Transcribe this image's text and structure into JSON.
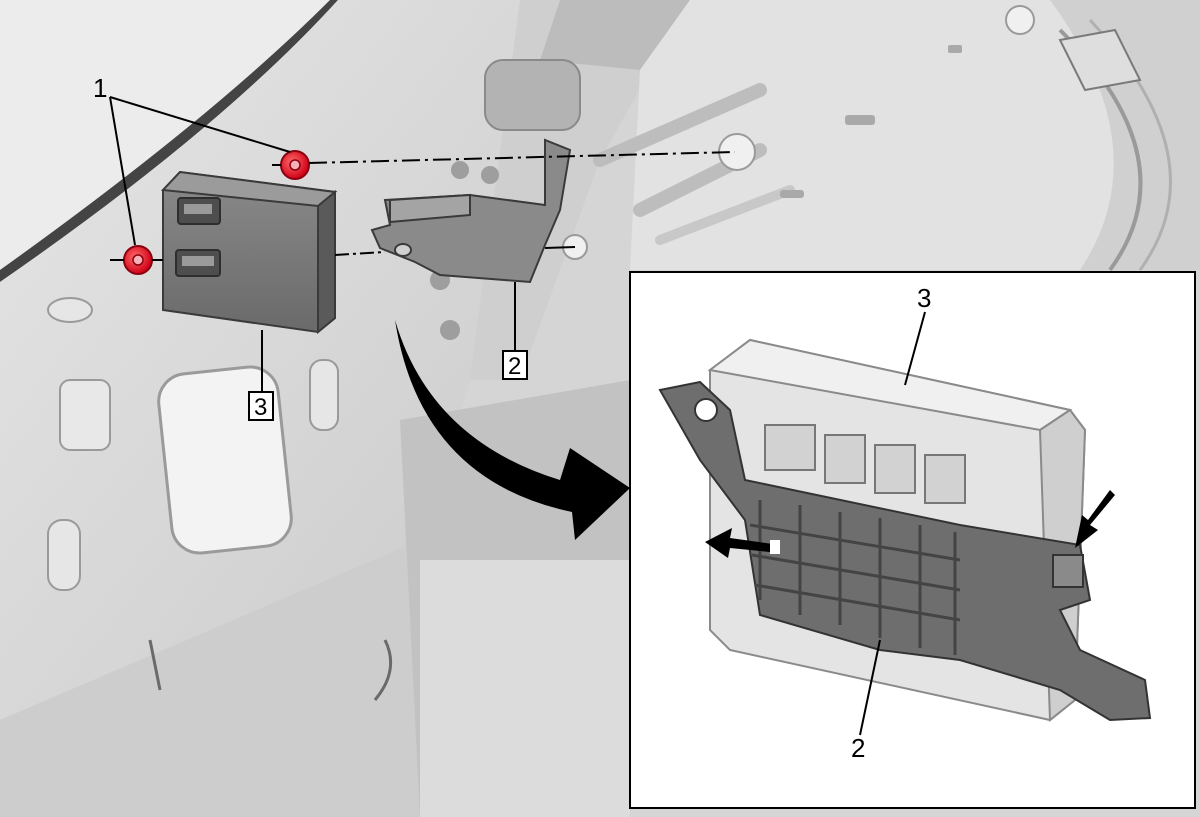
{
  "figure": {
    "callouts": {
      "fasteners": "1",
      "bracket": "2",
      "module": "3"
    },
    "inset_callouts": {
      "module": "3",
      "bracket": "2"
    },
    "colors": {
      "fastener": "#e0001a",
      "background": "#d9d9d9",
      "part_dark": "#6f6f6f",
      "part_light": "#bdbdbd"
    },
    "icons": [
      "push-nut-fastener",
      "curved-arrow",
      "release-arrow"
    ]
  }
}
